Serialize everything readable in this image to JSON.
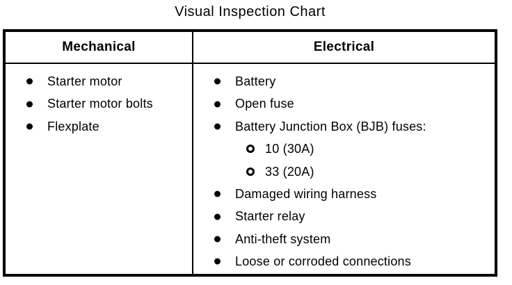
{
  "title": "Visual Inspection Chart",
  "colors": {
    "ink": "#000000",
    "background": "#ffffff"
  },
  "table": {
    "columns": [
      {
        "id": "mechanical",
        "header": "Mechanical",
        "items": [
          {
            "label": "Starter motor",
            "level": 1,
            "bullet": "filled-circle"
          },
          {
            "label": "Starter motor bolts",
            "level": 1,
            "bullet": "filled-circle"
          },
          {
            "label": "Flexplate",
            "level": 1,
            "bullet": "filled-circle"
          }
        ]
      },
      {
        "id": "electrical",
        "header": "Electrical",
        "items": [
          {
            "label": "Battery",
            "level": 1,
            "bullet": "filled-circle"
          },
          {
            "label": "Open fuse",
            "level": 1,
            "bullet": "filled-circle"
          },
          {
            "label": "Battery Junction Box (BJB) fuses:",
            "level": 1,
            "bullet": "filled-circle"
          },
          {
            "label": "10 (30A)",
            "level": 2,
            "bullet": "open-circle"
          },
          {
            "label": "33 (20A)",
            "level": 2,
            "bullet": "open-circle"
          },
          {
            "label": "Damaged wiring harness",
            "level": 1,
            "bullet": "filled-circle"
          },
          {
            "label": "Starter relay",
            "level": 1,
            "bullet": "filled-circle"
          },
          {
            "label": "Anti-theft system",
            "level": 1,
            "bullet": "filled-circle"
          },
          {
            "label": "Loose or corroded connections",
            "level": 1,
            "bullet": "filled-circle"
          }
        ]
      }
    ]
  }
}
